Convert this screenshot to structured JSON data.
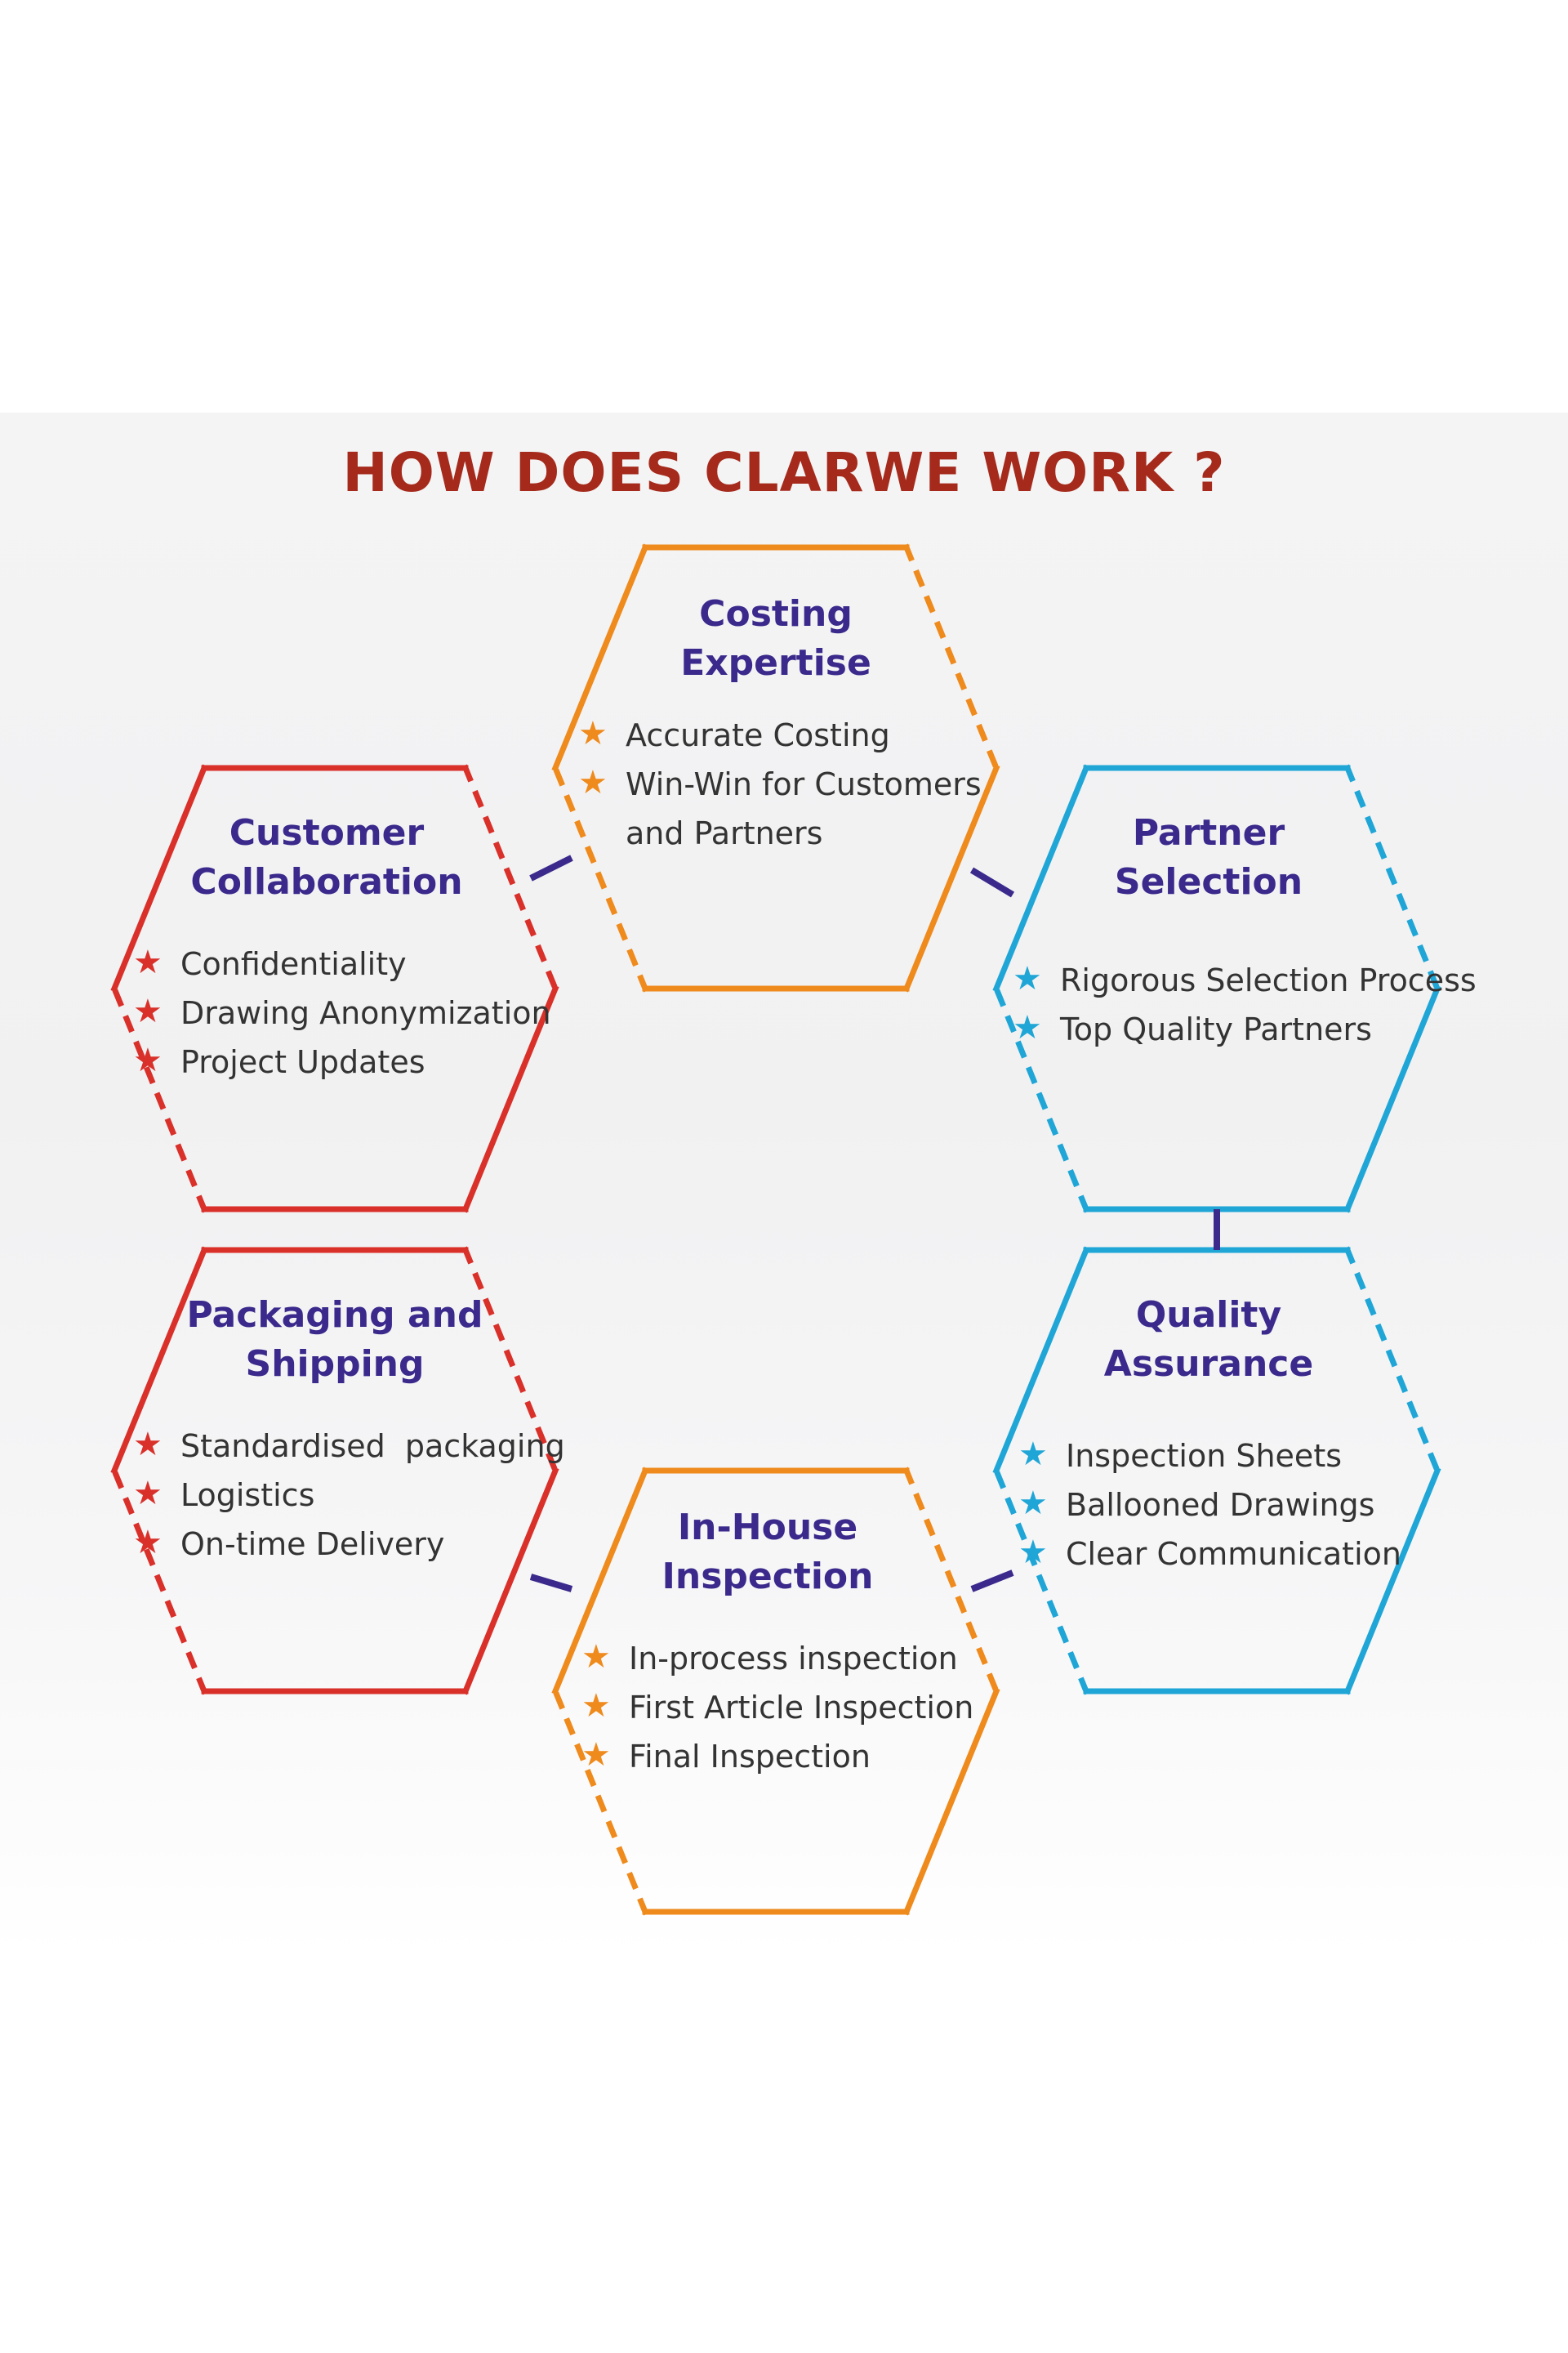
{
  "title": "HOW DOES CLARWE WORK ?",
  "colors": {
    "title": "#a52a1c",
    "card_title": "#3b2a8c",
    "connector": "#3b2a8c",
    "red": "#d9302a",
    "orange": "#ef8a1c",
    "blue": "#1fa6d6",
    "text": "#333333"
  },
  "cards": [
    {
      "id": "costing-expertise",
      "color": "orange",
      "title_lines": [
        "Costing",
        "Expertise"
      ],
      "items": [
        "Accurate Costing",
        "Win-Win for Customers",
        "and Partners"
      ]
    },
    {
      "id": "customer-collaboration",
      "color": "red",
      "title_lines": [
        "Customer",
        "Collaboration"
      ],
      "items": [
        "Confidentiality",
        "Drawing Anonymization",
        "Project Updates"
      ]
    },
    {
      "id": "partner-selection",
      "color": "blue",
      "title_lines": [
        "Partner",
        "Selection"
      ],
      "items": [
        "Rigorous Selection Process",
        "Top Quality Partners"
      ]
    },
    {
      "id": "packaging-and-shipping",
      "color": "red",
      "title_lines": [
        "Packaging and",
        "Shipping"
      ],
      "items": [
        "Standardised  packaging",
        "Logistics",
        "On-time Delivery"
      ]
    },
    {
      "id": "quality-assurance",
      "color": "blue",
      "title_lines": [
        "Quality",
        "Assurance"
      ],
      "items": [
        "Inspection Sheets",
        "Ballooned Drawings",
        "Clear Communication"
      ]
    },
    {
      "id": "in-house-inspection",
      "color": "orange",
      "title_lines": [
        "In-House",
        "Inspection"
      ],
      "items": [
        "In-process inspection",
        "First Article Inspection",
        "Final Inspection"
      ]
    }
  ]
}
